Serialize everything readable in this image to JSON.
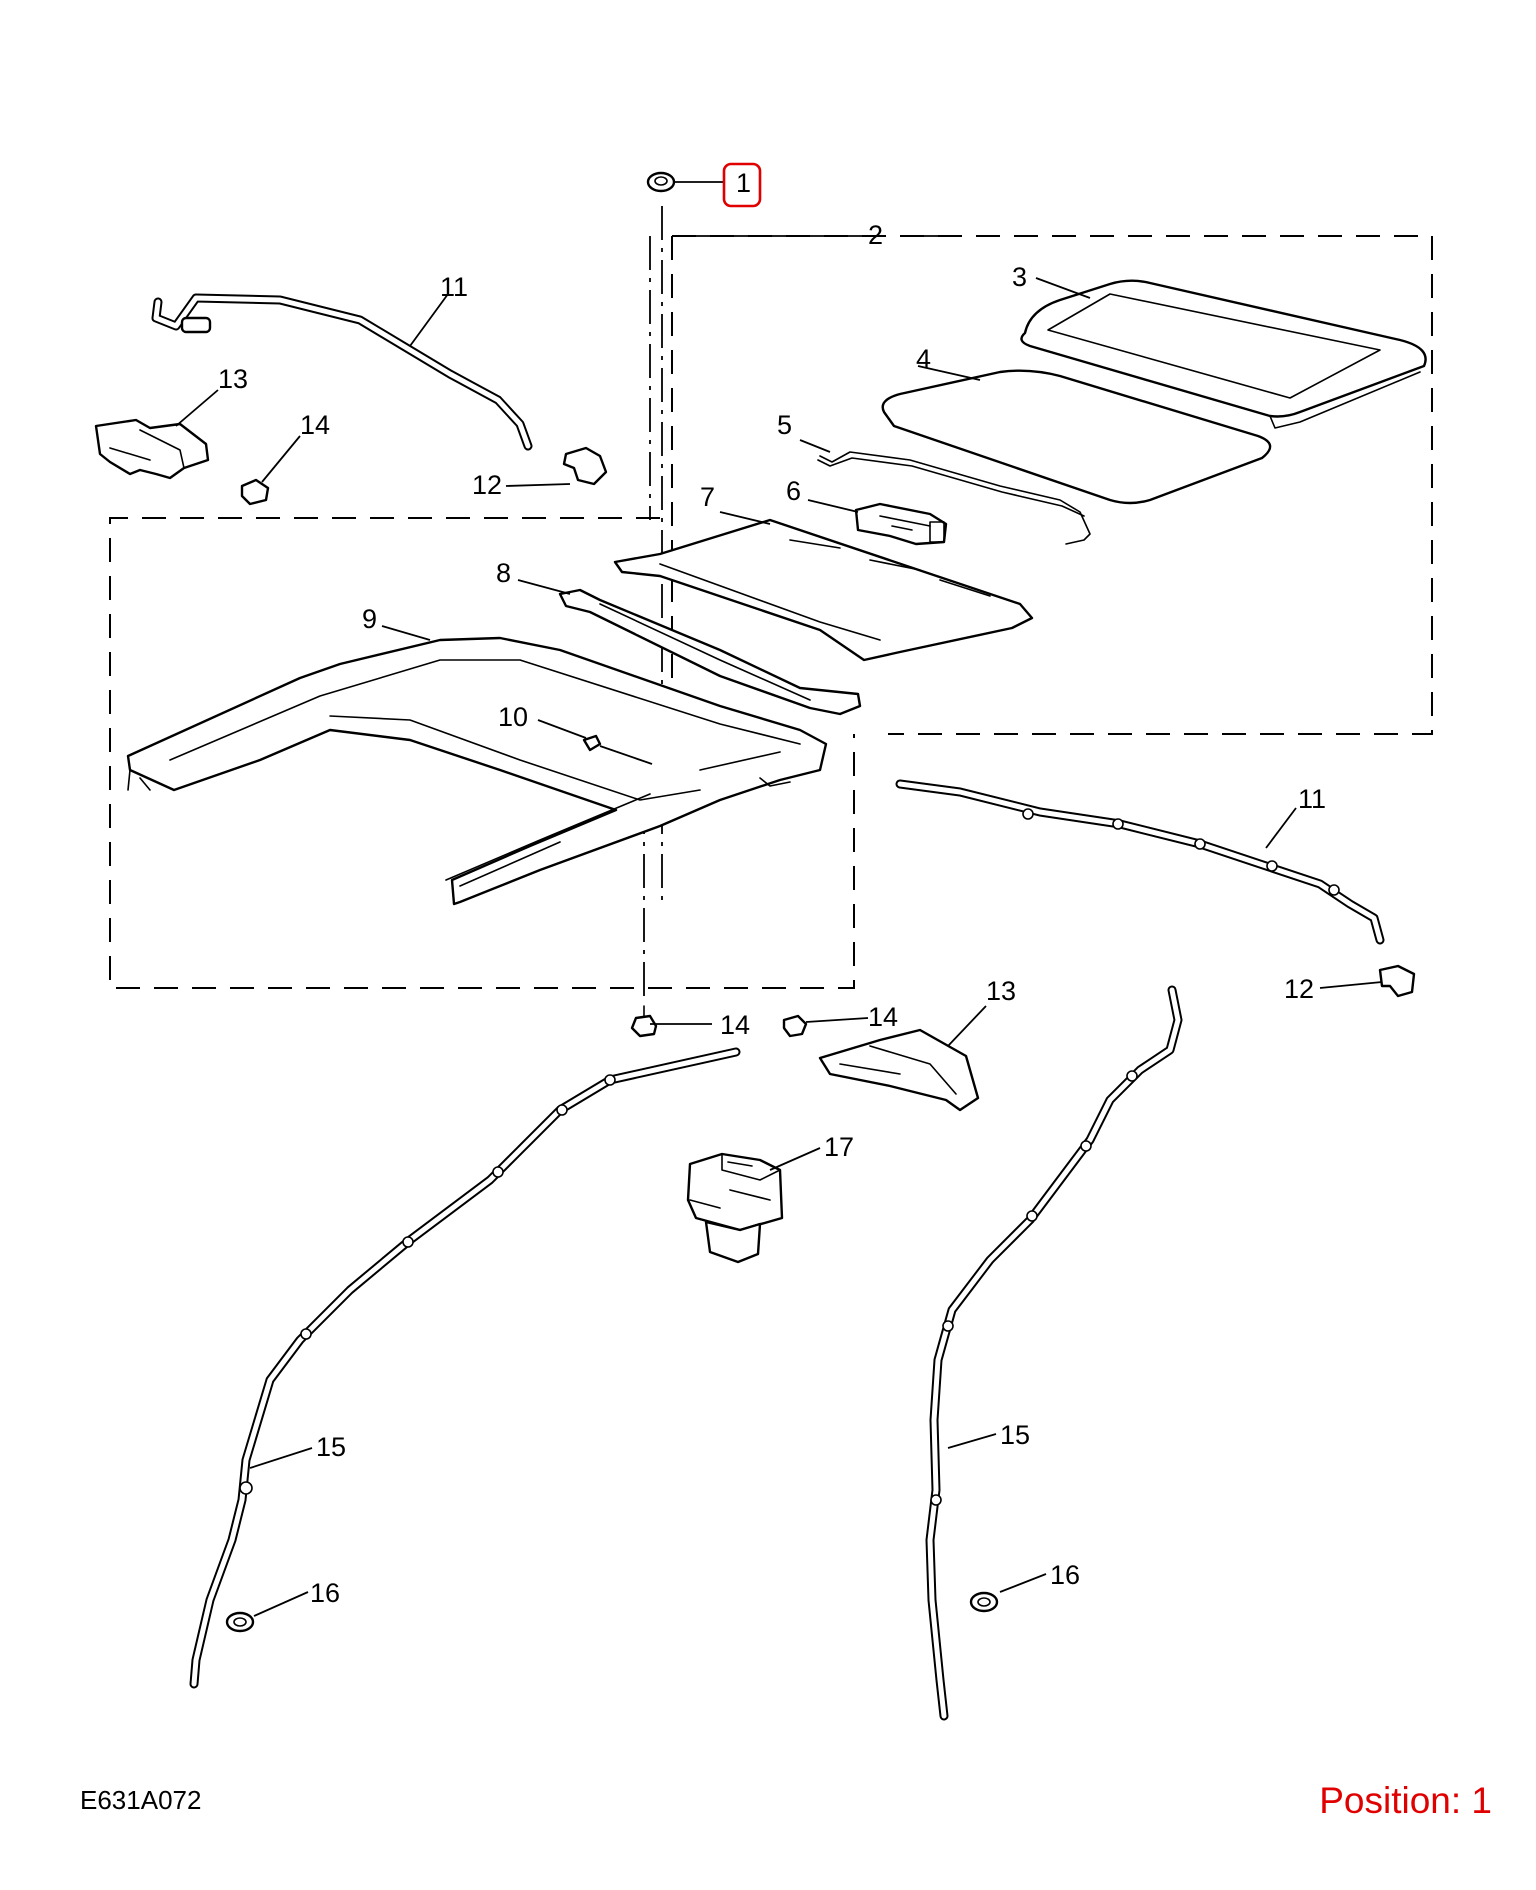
{
  "diagram": {
    "reference_code": "E631A072",
    "position_label": "Position: 1",
    "highlighted_callout": "1",
    "highlight_color": "#e00000",
    "callouts": {
      "c1": "1",
      "c2": "2",
      "c3": "3",
      "c4": "4",
      "c5": "5",
      "c6": "6",
      "c7": "7",
      "c8": "8",
      "c9": "9",
      "c10": "10",
      "c11a": "11",
      "c11b": "11",
      "c12a": "12",
      "c12b": "12",
      "c13a": "13",
      "c13b": "13",
      "c14a": "14",
      "c14b": "14",
      "c14c": "14",
      "c15a": "15",
      "c15b": "15",
      "c16a": "16",
      "c16b": "16",
      "c17": "17"
    }
  }
}
